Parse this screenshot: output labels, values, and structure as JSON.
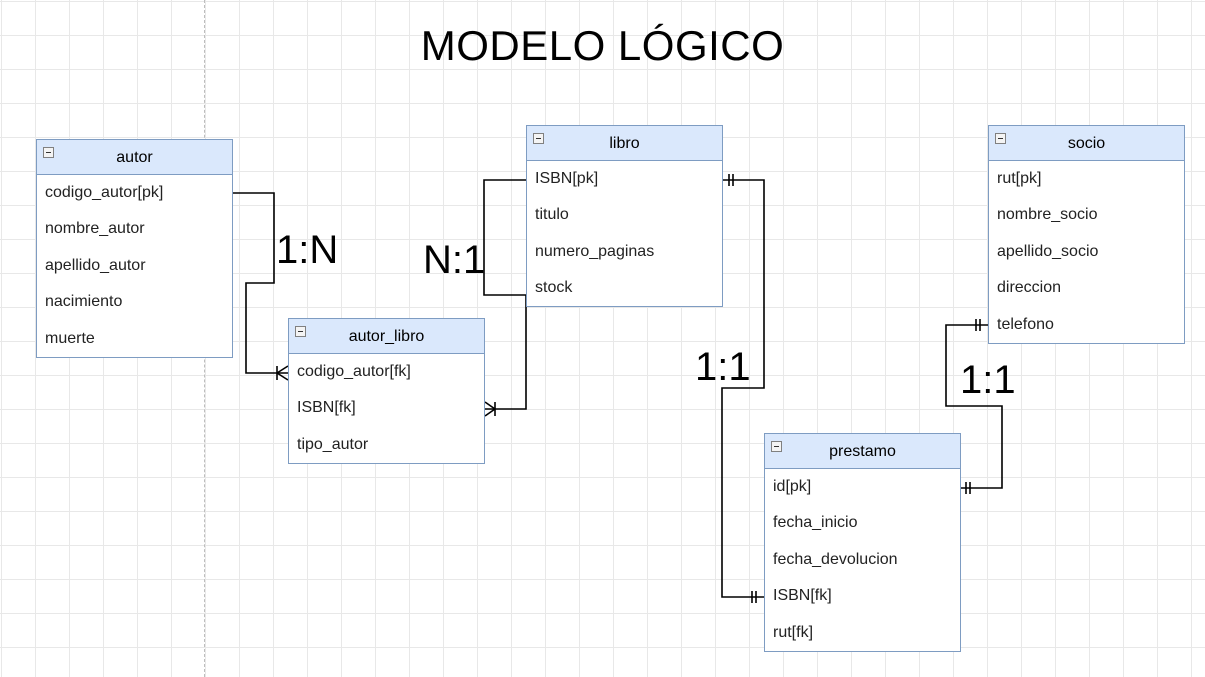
{
  "title": "MODELO LÓGICO",
  "entities": {
    "autor": {
      "name": "autor",
      "attributes": [
        "codigo_autor[pk]",
        "nombre_autor",
        "apellido_autor",
        "nacimiento",
        "muerte"
      ]
    },
    "autor_libro": {
      "name": "autor_libro",
      "attributes": [
        "codigo_autor[fk]",
        "ISBN[fk]",
        "tipo_autor"
      ]
    },
    "libro": {
      "name": "libro",
      "attributes": [
        "ISBN[pk]",
        "titulo",
        "numero_paginas",
        "stock"
      ]
    },
    "socio": {
      "name": "socio",
      "attributes": [
        "rut[pk]",
        "nombre_socio",
        "apellido_socio",
        "direccion",
        "telefono"
      ]
    },
    "prestamo": {
      "name": "prestamo",
      "attributes": [
        "id[pk]",
        "fecha_inicio",
        "fecha_devolucion",
        "ISBN[fk]",
        "rut[fk]"
      ]
    }
  },
  "relationships": [
    {
      "label": "1:N",
      "from": "autor",
      "to": "autor_libro",
      "notation": "one-to-many"
    },
    {
      "label": "N:1",
      "from": "autor_libro",
      "to": "libro",
      "notation": "many-to-one"
    },
    {
      "label": "1:1",
      "from": "libro",
      "to": "prestamo",
      "notation": "one-to-one"
    },
    {
      "label": "1:1",
      "from": "socio",
      "to": "prestamo",
      "notation": "one-to-one"
    }
  ],
  "colors": {
    "entity_header": "#dae8fc",
    "entity_border": "#7e9cc2",
    "connector": "#000000",
    "grid": "#e8e8e8"
  }
}
